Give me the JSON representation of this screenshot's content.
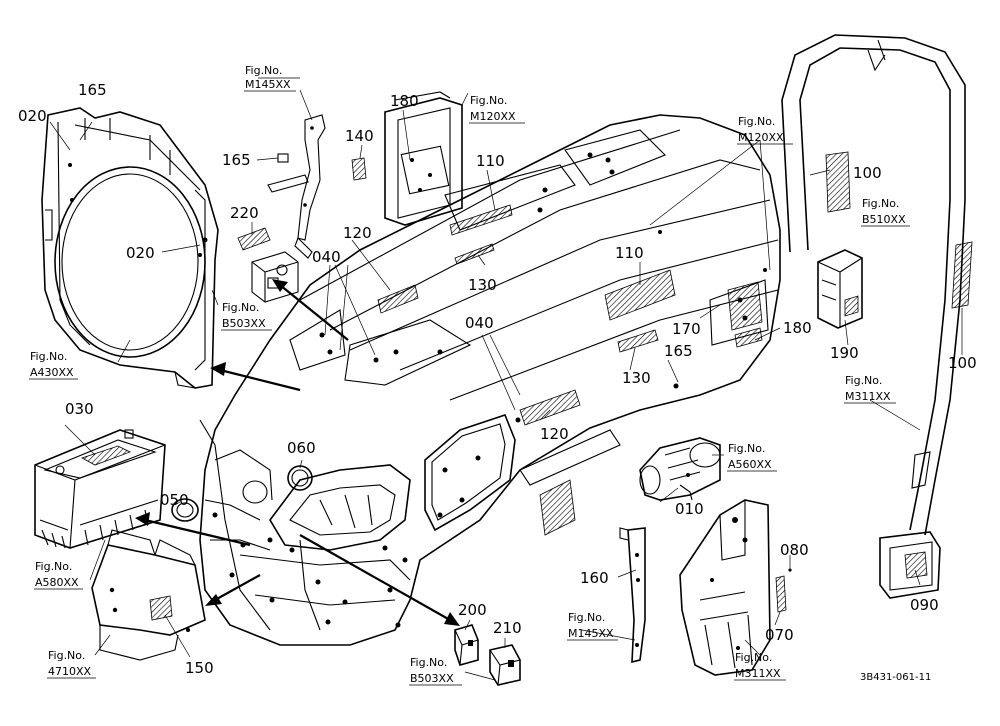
{
  "parts": [
    {
      "id": "p020a",
      "label": "020"
    },
    {
      "id": "p165a",
      "label": "165"
    },
    {
      "id": "p020b",
      "label": "020"
    },
    {
      "id": "p165b",
      "label": "165"
    },
    {
      "id": "p220",
      "label": "220"
    },
    {
      "id": "p040a",
      "label": "040"
    },
    {
      "id": "p120a",
      "label": "120"
    },
    {
      "id": "p180a",
      "label": "180"
    },
    {
      "id": "p140",
      "label": "140"
    },
    {
      "id": "p110a",
      "label": "110"
    },
    {
      "id": "p130a",
      "label": "130"
    },
    {
      "id": "p110b",
      "label": "110"
    },
    {
      "id": "p040b",
      "label": "040"
    },
    {
      "id": "p170",
      "label": "170"
    },
    {
      "id": "p180b",
      "label": "180"
    },
    {
      "id": "p165c",
      "label": "165"
    },
    {
      "id": "p130b",
      "label": "130"
    },
    {
      "id": "p120b",
      "label": "120"
    },
    {
      "id": "p030",
      "label": "030"
    },
    {
      "id": "p060",
      "label": "060"
    },
    {
      "id": "p050",
      "label": "050"
    },
    {
      "id": "p150",
      "label": "150"
    },
    {
      "id": "p200",
      "label": "200"
    },
    {
      "id": "p210",
      "label": "210"
    },
    {
      "id": "p010",
      "label": "010"
    },
    {
      "id": "p160",
      "label": "160"
    },
    {
      "id": "p080",
      "label": "080"
    },
    {
      "id": "p070",
      "label": "070"
    },
    {
      "id": "p100a",
      "label": "100"
    },
    {
      "id": "p190",
      "label": "190"
    },
    {
      "id": "p100b",
      "label": "100"
    },
    {
      "id": "p090",
      "label": "090"
    }
  ],
  "fig_refs": [
    {
      "id": "f1",
      "label": "Fig.No.",
      "code": "M145XX"
    },
    {
      "id": "f2",
      "label": "Fig.No.",
      "code": "M120XX"
    },
    {
      "id": "f3",
      "label": "Fig.No.",
      "code": "M120XX"
    },
    {
      "id": "f4",
      "label": "Fig.No.",
      "code": "B510XX"
    },
    {
      "id": "f5",
      "label": "Fig.No.",
      "code": "B503XX"
    },
    {
      "id": "f6",
      "label": "Fig.No.",
      "code": "A430XX"
    },
    {
      "id": "f7",
      "label": "Fig.No.",
      "code": "M311XX"
    },
    {
      "id": "f8",
      "label": "Fig.No.",
      "code": "A560XX"
    },
    {
      "id": "f9",
      "label": "Fig.No.",
      "code": "A580XX"
    },
    {
      "id": "f10",
      "label": "Fig.No.",
      "code": "4710XX"
    },
    {
      "id": "f11",
      "label": "Fig.No.",
      "code": "B503XX"
    },
    {
      "id": "f12",
      "label": "Fig.No.",
      "code": "M145XX"
    },
    {
      "id": "f13",
      "label": "Fig.No.",
      "code": "M311XX"
    }
  ],
  "drawing_code": "3B431-061-11"
}
